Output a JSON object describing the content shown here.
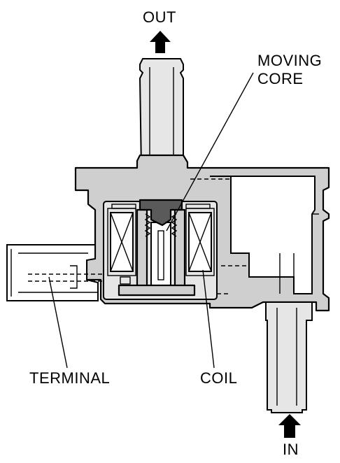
{
  "labels": {
    "out": "OUT",
    "moving_core_line1": "MOVING",
    "moving_core_line2": "CORE",
    "terminal": "TERMINAL",
    "coil": "COIL",
    "in": "IN"
  }
}
